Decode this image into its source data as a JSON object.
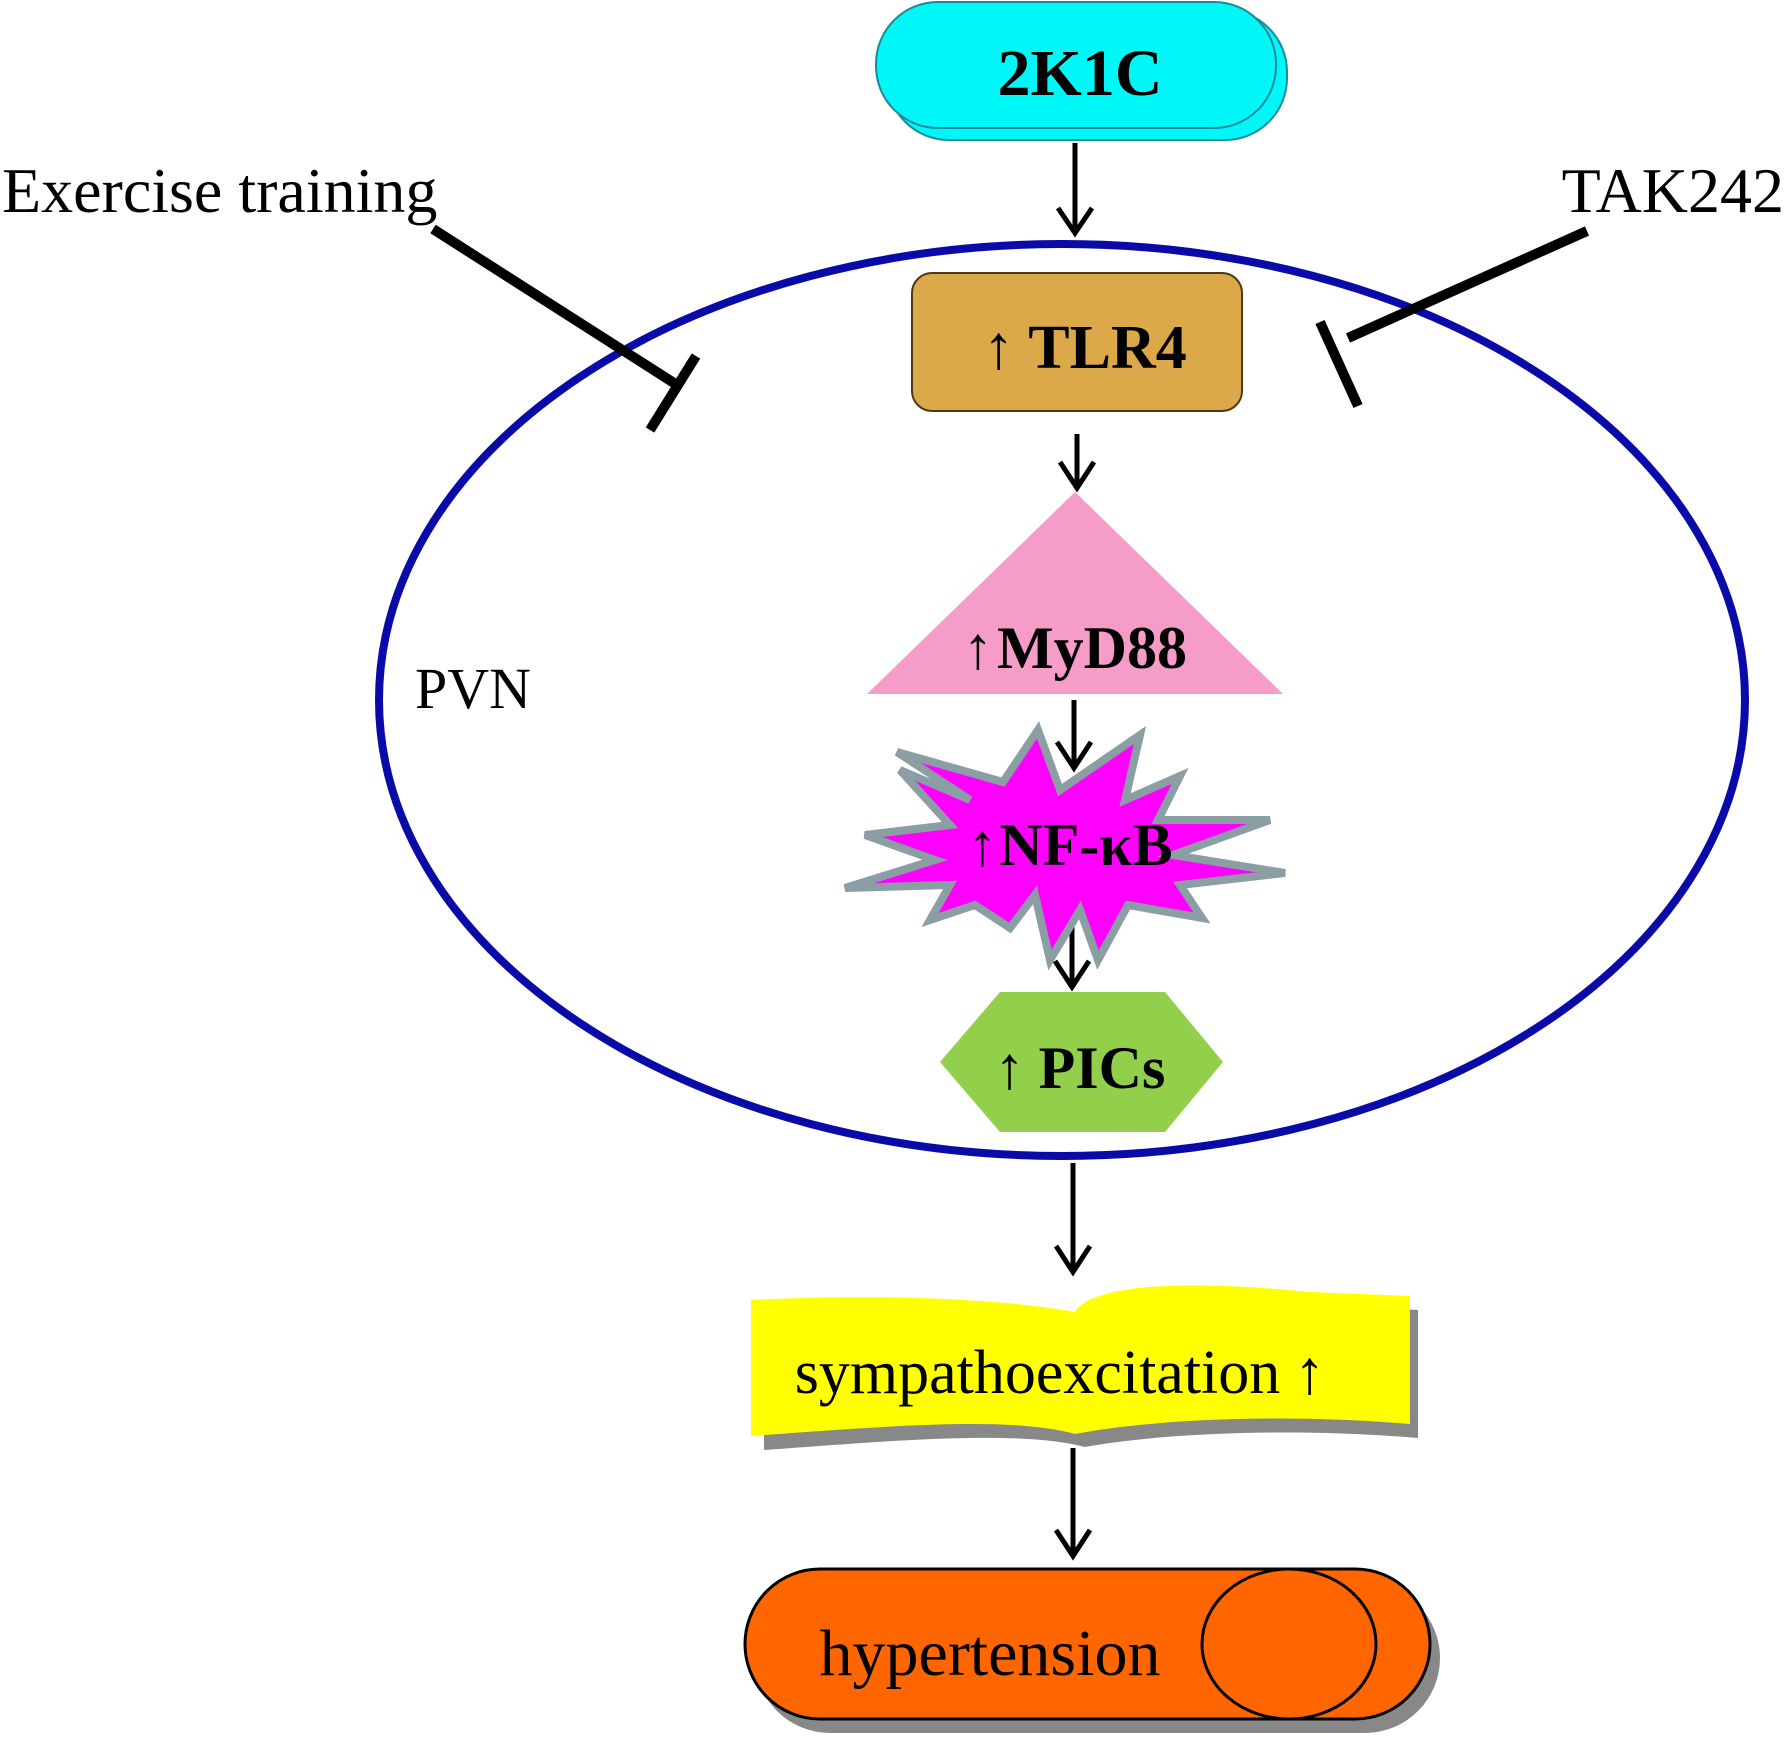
{
  "colors": {
    "ellipse_stroke": "#0a0aa8",
    "cyan": "#00f7f7",
    "tan": "#dba84a",
    "pink": "#f59cc9",
    "magenta": "#ff00ff",
    "starburst_stroke": "#8a9ea4",
    "green": "#92cf4b",
    "yellow": "#ffff00",
    "orange": "#ff6600",
    "shadow": "#888888",
    "ink": "#000000"
  },
  "nodes": {
    "stimulus": "2K1C",
    "tlr4": "TLR4",
    "myd88": "MyD88",
    "nfkb": "NF-κB",
    "pics": "PICs",
    "sympatho": "sympathoexcitation",
    "hypertension": "hypertension"
  },
  "region_label": "PVN",
  "inhibitors": {
    "left": "Exercise training",
    "right": "TAK242"
  },
  "up_arrow_glyph": "↑"
}
